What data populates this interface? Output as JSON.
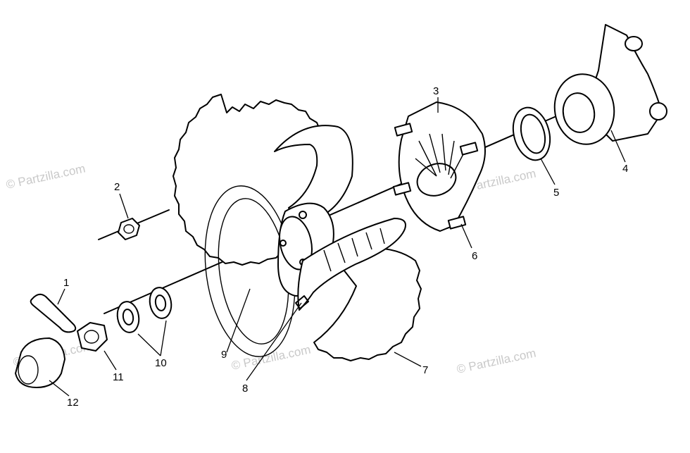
{
  "watermark": {
    "text": "© Partzilla.com",
    "color": "#c9c9c9"
  },
  "callouts": [
    {
      "id": "1",
      "label": "1"
    },
    {
      "id": "2",
      "label": "2"
    },
    {
      "id": "3",
      "label": "3"
    },
    {
      "id": "4",
      "label": "4"
    },
    {
      "id": "5",
      "label": "5"
    },
    {
      "id": "6",
      "label": "6"
    },
    {
      "id": "7",
      "label": "7"
    },
    {
      "id": "8",
      "label": "8"
    },
    {
      "id": "9",
      "label": "9"
    },
    {
      "id": "10",
      "label": "10"
    },
    {
      "id": "11",
      "label": "11"
    },
    {
      "id": "12",
      "label": "12"
    }
  ]
}
